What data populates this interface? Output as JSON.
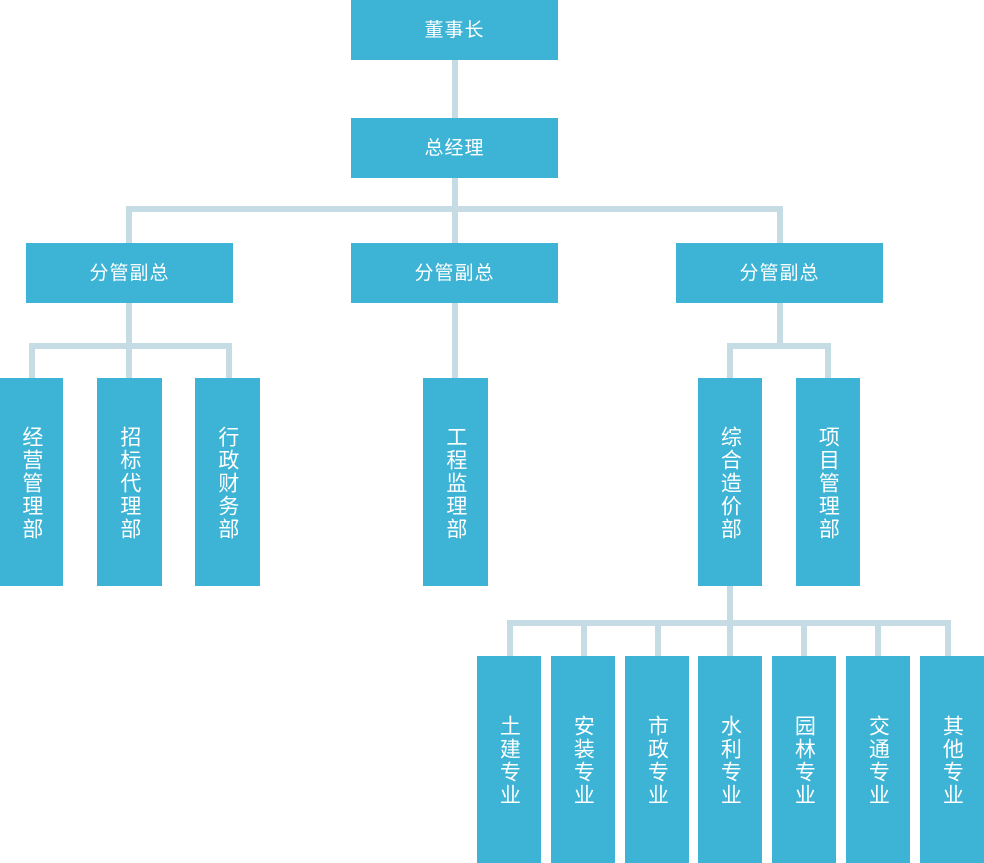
{
  "chart_data": {
    "type": "diagram",
    "title": "",
    "subtype": "organization-chart",
    "orientation": "top-down",
    "colors": {
      "node_fill": "#3db4d5",
      "node_text": "#ffffff",
      "connector": "#c6dce5",
      "background": "#ffffff"
    },
    "levels": [
      {
        "level": 1,
        "nodes": [
          "董事长"
        ]
      },
      {
        "level": 2,
        "nodes": [
          "总经理"
        ]
      },
      {
        "level": 3,
        "nodes": [
          "分管副总",
          "分管副总",
          "分管副总"
        ]
      },
      {
        "level": 4,
        "nodes": [
          "经营管理部",
          "招标代理部",
          "行政财务部",
          "工程监理部",
          "综合造价部",
          "项目管理部"
        ]
      },
      {
        "level": 5,
        "nodes": [
          "土建专业",
          "安装专业",
          "市政专业",
          "水利专业",
          "园林专业",
          "交通专业",
          "其他专业"
        ]
      }
    ],
    "edges": [
      {
        "from": "董事长",
        "to": "总经理"
      },
      {
        "from": "总经理",
        "to": "分管副总 (1)"
      },
      {
        "from": "总经理",
        "to": "分管副总 (2)"
      },
      {
        "from": "总经理",
        "to": "分管副总 (3)"
      },
      {
        "from": "分管副总 (1)",
        "to": "经营管理部"
      },
      {
        "from": "分管副总 (1)",
        "to": "招标代理部"
      },
      {
        "from": "分管副总 (1)",
        "to": "行政财务部"
      },
      {
        "from": "分管副总 (2)",
        "to": "工程监理部"
      },
      {
        "from": "分管副总 (3)",
        "to": "综合造价部"
      },
      {
        "from": "分管副总 (3)",
        "to": "项目管理部"
      },
      {
        "from": "综合造价部",
        "to": "土建专业"
      },
      {
        "from": "综合造价部",
        "to": "安装专业"
      },
      {
        "from": "综合造价部",
        "to": "市政专业"
      },
      {
        "from": "综合造价部",
        "to": "水利专业"
      },
      {
        "from": "综合造价部",
        "to": "园林专业"
      },
      {
        "from": "综合造价部",
        "to": "交通专业"
      },
      {
        "from": "综合造价部",
        "to": "其他专业"
      }
    ]
  },
  "nodes": {
    "chairman": "董事长",
    "general_manager": "总经理",
    "vp_left": "分管副总",
    "vp_middle": "分管副总",
    "vp_right": "分管副总",
    "dept_operations": "经营管理部",
    "dept_bidding": "招标代理部",
    "dept_admin_finance": "行政财务部",
    "dept_supervision": "工程监理部",
    "dept_cost": "综合造价部",
    "dept_project": "项目管理部",
    "spec_civil": "土建专业",
    "spec_installation": "安装专业",
    "spec_municipal": "市政专业",
    "spec_water": "水利专业",
    "spec_landscape": "园林专业",
    "spec_transport": "交通专业",
    "spec_other": "其他专业"
  }
}
